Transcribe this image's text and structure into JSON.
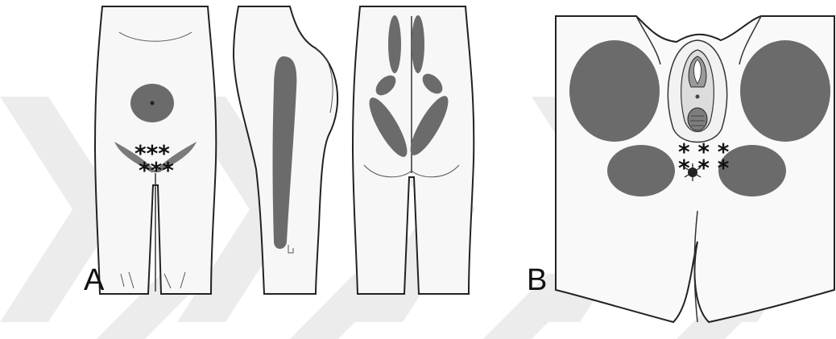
{
  "figure": {
    "panels": [
      {
        "id": "A",
        "label": "A",
        "views": [
          "front-view",
          "side-view",
          "back-view"
        ]
      },
      {
        "id": "B",
        "label": "B",
        "views": [
          "perineal-view"
        ]
      }
    ],
    "markers": {
      "front_row1": "***",
      "front_row2": "***",
      "perineal_row1": "* * *",
      "perineal_row2": "* * *"
    },
    "colors": {
      "region_fill": "#6b6b6b",
      "light_region_fill": "#8f8f8f",
      "watermark": "#e9e9e9",
      "outline": "#222222"
    }
  }
}
